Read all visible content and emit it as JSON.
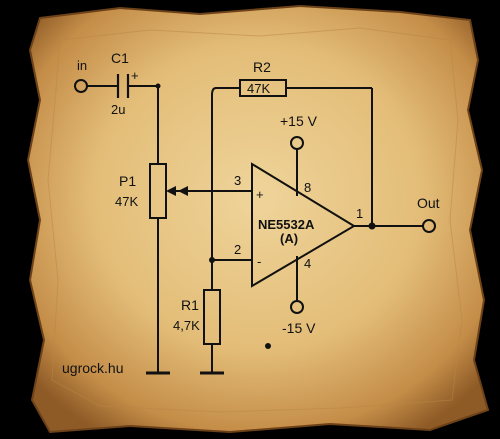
{
  "colors": {
    "paper": "#e6c585",
    "paper_dark": "#a8733a",
    "ink": "#111111"
  },
  "labels": {
    "in": "in",
    "c1_name": "C1",
    "c1_plus": "+",
    "c1_value": "2u",
    "r2_name": "R2",
    "r2_value": "47K",
    "v_plus": "+15 V",
    "v_minus": "-15 V",
    "p1_name": "P1",
    "p1_value": "47K",
    "pin3": "3",
    "pin2": "2",
    "pin8": "8",
    "pin4": "4",
    "pin1": "1",
    "in_plus": "+",
    "in_minus": "-",
    "opamp_name": "NE5532A",
    "opamp_unit": "(A)",
    "out": "Out",
    "r1_name": "R1",
    "r1_value": "4,7K",
    "credit": "ugrock.hu"
  },
  "icons": [
    "input-terminal-icon",
    "capacitor-icon",
    "potentiometer-icon",
    "resistor-icon",
    "opamp-icon",
    "ground-icon",
    "output-terminal-icon"
  ]
}
